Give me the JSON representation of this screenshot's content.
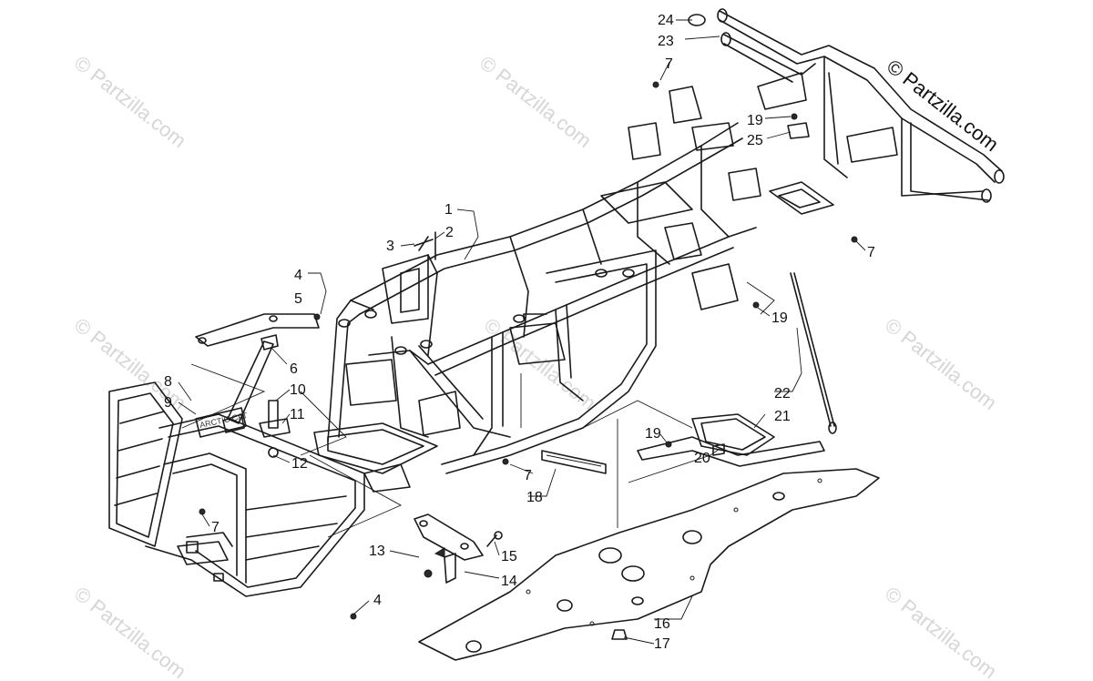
{
  "watermark": {
    "main": "© Partzilla.com",
    "faint": "© Partzilla.com"
  },
  "plate_text": "ARCTIC CAT",
  "callouts": [
    "1",
    "2",
    "3",
    "4",
    "5",
    "6",
    "7",
    "8",
    "9",
    "10",
    "11",
    "12",
    "13",
    "14",
    "15",
    "16",
    "17",
    "18",
    "19",
    "20",
    "21",
    "22",
    "23",
    "24",
    "25"
  ],
  "labels": {
    "c1": "1",
    "c2": "2",
    "c3": "3",
    "c4a": "4",
    "c5": "5",
    "c4b": "4",
    "c6": "6",
    "c7a": "7",
    "c7b": "7",
    "c7c": "7",
    "c7d": "7",
    "c8": "8",
    "c9": "9",
    "c10": "10",
    "c11": "11",
    "c12": "12",
    "c13": "13",
    "c14": "14",
    "c15": "15",
    "c16": "16",
    "c17": "17",
    "c18": "18",
    "c19a": "19",
    "c19b": "19",
    "c19c": "19",
    "c20": "20",
    "c21": "21",
    "c22": "22",
    "c23": "23",
    "c24": "24",
    "c25": "25"
  },
  "colors": {
    "line": "#1a1a1a",
    "watermark": "#d6d6d6",
    "background": "#ffffff"
  }
}
